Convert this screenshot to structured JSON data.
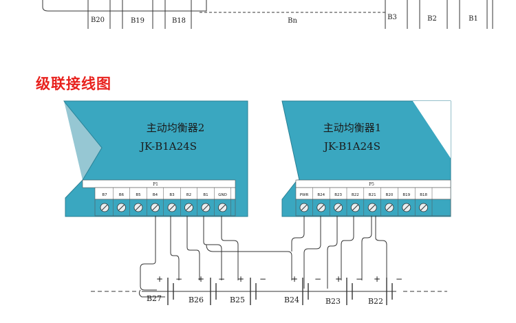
{
  "colors": {
    "box": "#3aa7c0",
    "term_strip": "#3aa7c0",
    "title": "#e8211d"
  },
  "top_battery_labels": [
    "B20",
    "B19",
    "B18",
    "Bn",
    "B3",
    "B2",
    "B1"
  ],
  "section_title": "级联接线图",
  "balancer2": {
    "name": "主动均衡器2",
    "model": "JK-B1A24S",
    "port": "P1",
    "terminals": [
      "B7",
      "B6",
      "B5",
      "B4",
      "B3",
      "B2",
      "B1",
      "GND"
    ]
  },
  "balancer1": {
    "name": "主动均衡器1",
    "model": "JK-B1A24S",
    "port": "P5",
    "terminals": [
      "PWR",
      "B24",
      "B23",
      "B22",
      "B21",
      "B20",
      "B19",
      "B18"
    ]
  },
  "polarity": {
    "plus": "+",
    "minus": "−"
  },
  "bottom_battery_labels": [
    "B27",
    "B26",
    "B25",
    "B24",
    "B23",
    "B22"
  ]
}
